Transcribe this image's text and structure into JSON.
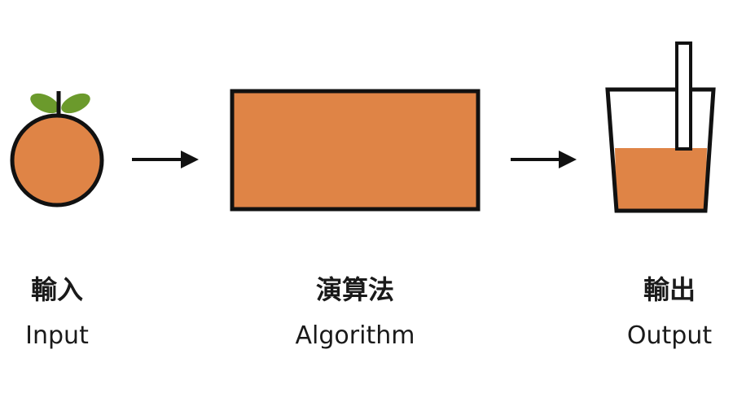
{
  "colors": {
    "fill": "#df8446",
    "stroke": "#111111",
    "leaf": "#6b9a2c",
    "background": "#ffffff"
  },
  "icons": {
    "input": "orange-fruit-icon",
    "process": "algorithm-box",
    "output": "juice-cup-icon",
    "arrow": "right-arrow-icon"
  },
  "stages": [
    {
      "label_zh": "輸入",
      "label_en": "Input"
    },
    {
      "label_zh": "演算法",
      "label_en": "Algorithm"
    },
    {
      "label_zh": "輸出",
      "label_en": "Output"
    }
  ]
}
